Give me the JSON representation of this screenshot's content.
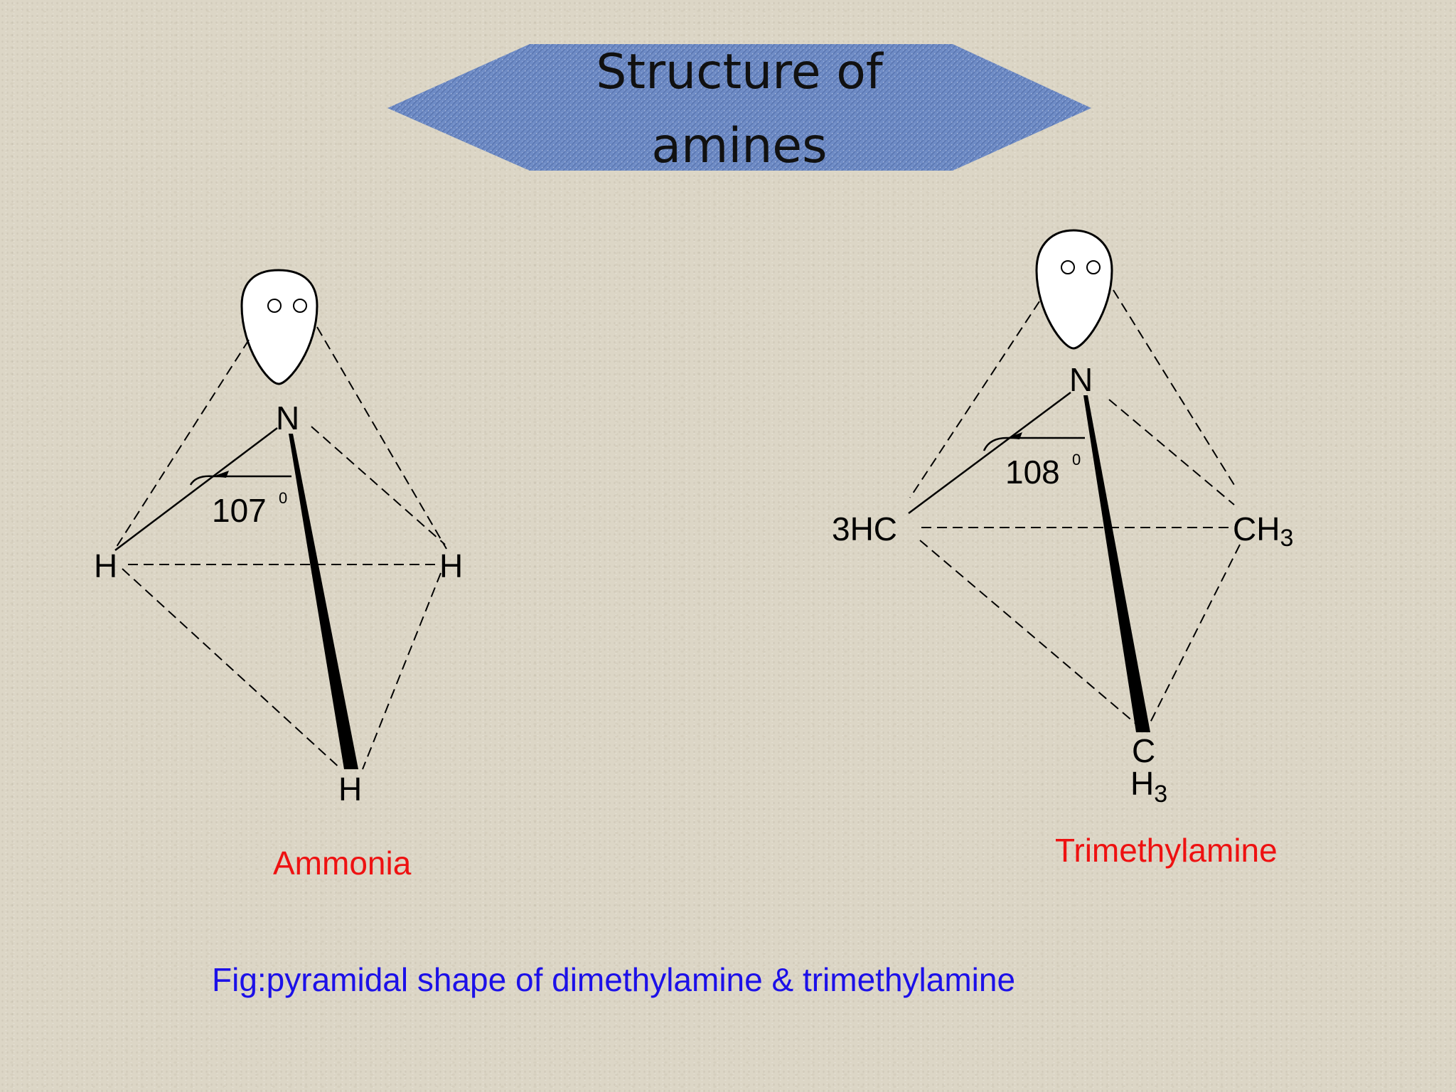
{
  "title": {
    "line1": "Structure of",
    "line2": "amines",
    "banner_color": "#6f8cc6"
  },
  "ammonia": {
    "atom_n": "N",
    "atom_h_left": "H",
    "atom_h_right": "H",
    "atom_h_bottom": "H",
    "angle_value": "107",
    "angle_unit": "0",
    "lone_pair": "o o",
    "caption": "Ammonia"
  },
  "trimethylamine": {
    "atom_n": "N",
    "group_left": "3HC",
    "group_right_ch": "CH",
    "group_right_sub": "3",
    "group_bottom_c": "C",
    "group_bottom_h": "H",
    "group_bottom_sub": "3",
    "angle_value": "108",
    "angle_unit": "0",
    "lone_pair": "o o",
    "caption": "Trimethylamine"
  },
  "figure_caption": "Fig:pyramidal shape of dimethylamine & trimethylamine",
  "colors": {
    "caption_red": "#ee1111",
    "caption_blue": "#1c10e8"
  }
}
